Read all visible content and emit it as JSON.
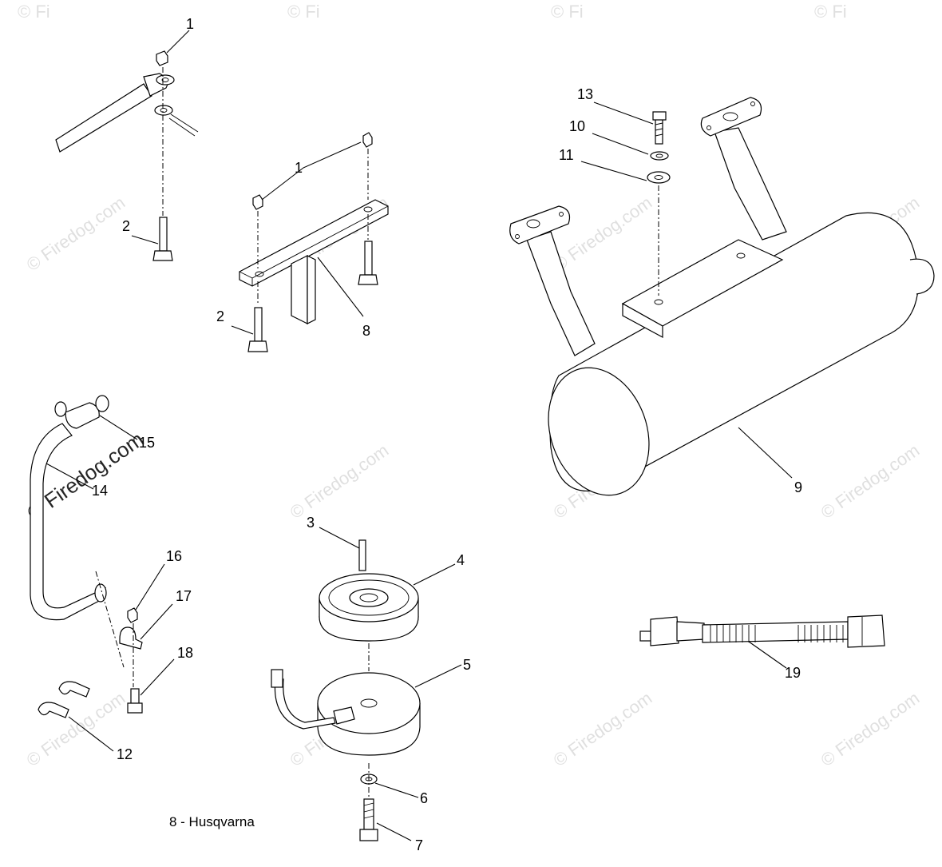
{
  "callouts": {
    "c1a": "1",
    "c1b": "1",
    "c2a": "2",
    "c2b": "2",
    "c3": "3",
    "c4": "4",
    "c5": "5",
    "c6": "6",
    "c7": "7",
    "c8": "8",
    "c9": "9",
    "c10": "10",
    "c11": "11",
    "c12": "12",
    "c13": "13",
    "c14": "14",
    "c15": "15",
    "c16": "16",
    "c17": "17",
    "c18": "18",
    "c19": "19"
  },
  "caption": "8 - Husqvarna",
  "watermark": {
    "text": "© Firedog.com",
    "top_text": "© Fi"
  }
}
